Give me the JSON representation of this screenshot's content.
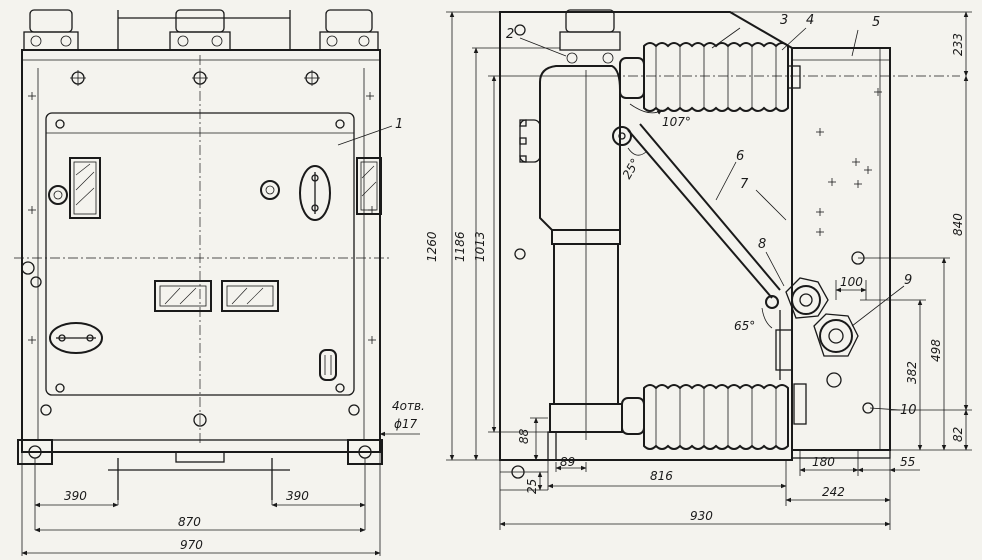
{
  "front_view": {
    "callout": "1",
    "holes_note": [
      "4отв.",
      "ϕ17"
    ],
    "dimensions": {
      "spacing_left": "390",
      "spacing_right": "390",
      "holes_span": "870",
      "overall_width": "970"
    }
  },
  "side_view": {
    "callouts": [
      "2",
      "3",
      "4",
      "5",
      "6",
      "7",
      "8",
      "9",
      "10"
    ],
    "angles": [
      "107°",
      "25°",
      "65°"
    ],
    "dimensions": {
      "total_height": "1260",
      "height_1186": "1186",
      "height_1013": "1013",
      "top_233": "233",
      "right_840": "840",
      "right_498": "498",
      "right_382": "382",
      "right_82": "82",
      "bottom_88": "88",
      "bottom_89": "89",
      "bottom_25": "25",
      "bottom_816": "816",
      "bottom_180": "180",
      "bottom_55": "55",
      "bottom_242": "242",
      "bottom_930": "930",
      "inner_100": "100"
    }
  }
}
